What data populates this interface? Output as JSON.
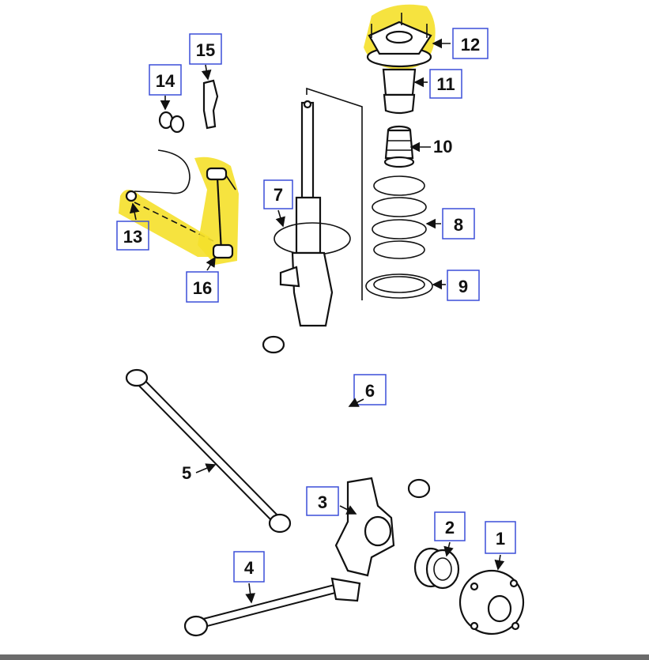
{
  "callouts": [
    {
      "id": "1",
      "label": "1"
    },
    {
      "id": "2",
      "label": "2"
    },
    {
      "id": "3",
      "label": "3"
    },
    {
      "id": "4",
      "label": "4"
    },
    {
      "id": "5",
      "label": "5"
    },
    {
      "id": "6",
      "label": "6"
    },
    {
      "id": "7",
      "label": "7"
    },
    {
      "id": "8",
      "label": "8"
    },
    {
      "id": "9",
      "label": "9"
    },
    {
      "id": "10",
      "label": "10"
    },
    {
      "id": "11",
      "label": "11"
    },
    {
      "id": "12",
      "label": "12"
    },
    {
      "id": "13",
      "label": "13"
    },
    {
      "id": "14",
      "label": "14"
    },
    {
      "id": "15",
      "label": "15"
    },
    {
      "id": "16",
      "label": "16"
    }
  ],
  "highlighted_parts": [
    "12",
    "13",
    "16"
  ],
  "colors": {
    "highlight": "#f5e02a",
    "callout_box": "#3b4fd8",
    "line_art": "#111111",
    "bottom_bar": "#6b6b6b"
  }
}
